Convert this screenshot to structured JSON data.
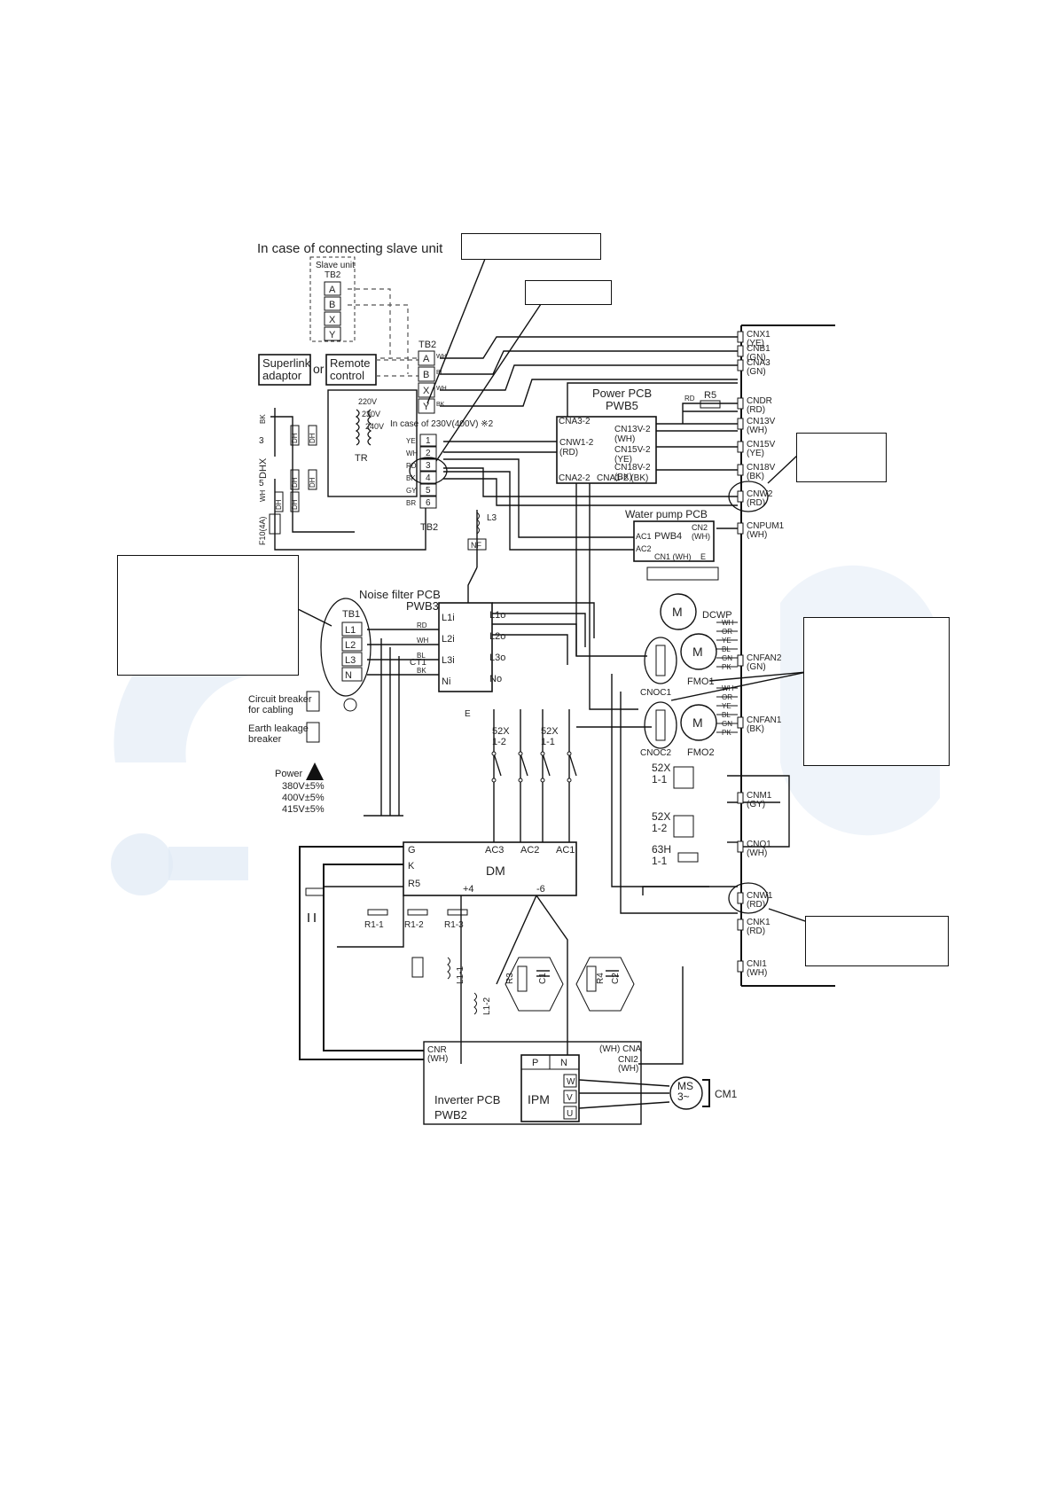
{
  "colors": {
    "line": "#111111",
    "watermark": "#dfe9f5",
    "background": "#ffffff"
  },
  "slave": {
    "caption": "In case of connecting slave unit",
    "title": "Slave unit",
    "tb": "TB2",
    "terminals": [
      "A",
      "B",
      "X",
      "Y"
    ]
  },
  "superlink": "Superlink\nadaptor",
  "or_text": "or",
  "remote": "Remote\ncontrol",
  "tb2": {
    "label": "TB2",
    "terminals": [
      "A",
      "B",
      "X",
      "Y"
    ],
    "wires": [
      "WH",
      "BL",
      "WH",
      "BK"
    ]
  },
  "tb2_power": {
    "label": "TB2",
    "terminals": [
      "1",
      "2",
      "3",
      "4",
      "5",
      "6"
    ],
    "wires": [
      "YE",
      "WH",
      "RD",
      "BK",
      "GY",
      "BR"
    ]
  },
  "note": "In case of 230V(400V) ※2",
  "transformer": {
    "label": "TR",
    "taps": [
      "220V",
      "230V",
      "240V"
    ]
  },
  "dhx": {
    "label": "DHX",
    "pins": [
      "3",
      "5"
    ],
    "wire": "BK",
    "wh": "WH",
    "fuse": "F10(4A)",
    "dh": "DH"
  },
  "power_pcb": {
    "title": "Power PCB",
    "id": "PWB5",
    "cna32": "CNA3-2",
    "cnw12": "CNW1-2\n(RD)",
    "cn13v": "CN13V-2\n(WH)",
    "cn15v": "CN15V-2\n(YE)",
    "cn18v": "CN18V-2\n(BK)",
    "cna22": "CNA2-2",
    "cna12": "CNA1-2 (BK)",
    "r5": "R5",
    "rd": "RD",
    "bk": "BK"
  },
  "right_connectors": [
    {
      "name": "CNX1",
      "color": "(YE)"
    },
    {
      "name": "CNB1",
      "color": "(GN)"
    },
    {
      "name": "CNA3",
      "color": "(GN)"
    },
    {
      "name": "CNDR",
      "color": "(RD)"
    },
    {
      "name": "CN13V",
      "color": "(WH)"
    },
    {
      "name": "CN15V",
      "color": "(YE)"
    },
    {
      "name": "CN18V",
      "color": "(BK)"
    },
    {
      "name": "CNW2",
      "color": "(RD)"
    },
    {
      "name": "CNPUM1",
      "color": "(WH)"
    },
    {
      "name": "CNFAN2",
      "color": "(GN)"
    },
    {
      "name": "CNFAN1",
      "color": "(BK)"
    },
    {
      "name": "CNM1",
      "color": "(GY)"
    },
    {
      "name": "CNQ1",
      "color": "(WH)"
    },
    {
      "name": "CNW1",
      "color": "(RD)"
    },
    {
      "name": "CNK1",
      "color": "(RD)"
    },
    {
      "name": "CNI1",
      "color": "(WH)"
    }
  ],
  "water_pcb": {
    "title": "Water pump PCB",
    "id": "PWB4",
    "ac1": "AC1",
    "ac2": "AC2",
    "cn1": "CN1 (WH)",
    "e": "E",
    "cn2": "CN2\n(WH)",
    "motor": "DCWP",
    "m": "M"
  },
  "fans": [
    {
      "motor": "FMO1",
      "cap": "CNOC1",
      "m": "M",
      "wires": [
        "WH",
        "OR",
        "YE",
        "BL",
        "GN",
        "PK"
      ]
    },
    {
      "motor": "FMO2",
      "cap": "CNOC2",
      "m": "M",
      "wires": [
        "WH",
        "OR",
        "YE",
        "BL",
        "GN",
        "PK"
      ]
    }
  ],
  "noise_filter": {
    "title": "Noise filter PCB",
    "id": "PWB3",
    "inputs": [
      "L1i",
      "L2i",
      "L3i",
      "Ni"
    ],
    "outputs": [
      "L1o",
      "L2o",
      "L3o",
      "No"
    ],
    "ct": "CT1",
    "nf": "NF",
    "l3": "L3",
    "e": "E"
  },
  "tb1": {
    "label": "TB1",
    "terminals": [
      "L1",
      "L2",
      "L3",
      "N"
    ],
    "wires": [
      "RD",
      "WH",
      "BL",
      "BK"
    ]
  },
  "breakers": {
    "cb": "Circuit breaker\nfor cabling",
    "elb": "Earth leakage\nbreaker"
  },
  "power": {
    "label": "Power",
    "volts": [
      "380V±5%",
      "400V±5%",
      "415V±5%"
    ]
  },
  "contactors": [
    "52X\n1-2",
    "52X\n1-1"
  ],
  "right_relays": [
    "52X\n1-1",
    "52X\n1-2",
    "63H\n1-1"
  ],
  "dm": {
    "label": "DM",
    "pins": [
      "G",
      "K",
      "R5",
      "AC3",
      "AC2",
      "AC1",
      "+4",
      "-6"
    ],
    "resistors": [
      "R1-1",
      "R1-2",
      "R1-3"
    ]
  },
  "inverter": {
    "title": "Inverter PCB",
    "id": "PWB2",
    "cnr": "CNR\n(WH)",
    "cna": "(WH) CNA",
    "cni2": "CNI2\n(WH)",
    "ipm": "IPM",
    "p": "P",
    "n": "N",
    "phases": [
      "W",
      "V",
      "U"
    ]
  },
  "caps": {
    "r3": "R3",
    "c1": "C1",
    "r4": "R4",
    "c2": "C2",
    "l1": "L1-1",
    "l2": "L1-2"
  },
  "compressor": {
    "label": "CM1",
    "motor": "MS\n3~"
  }
}
